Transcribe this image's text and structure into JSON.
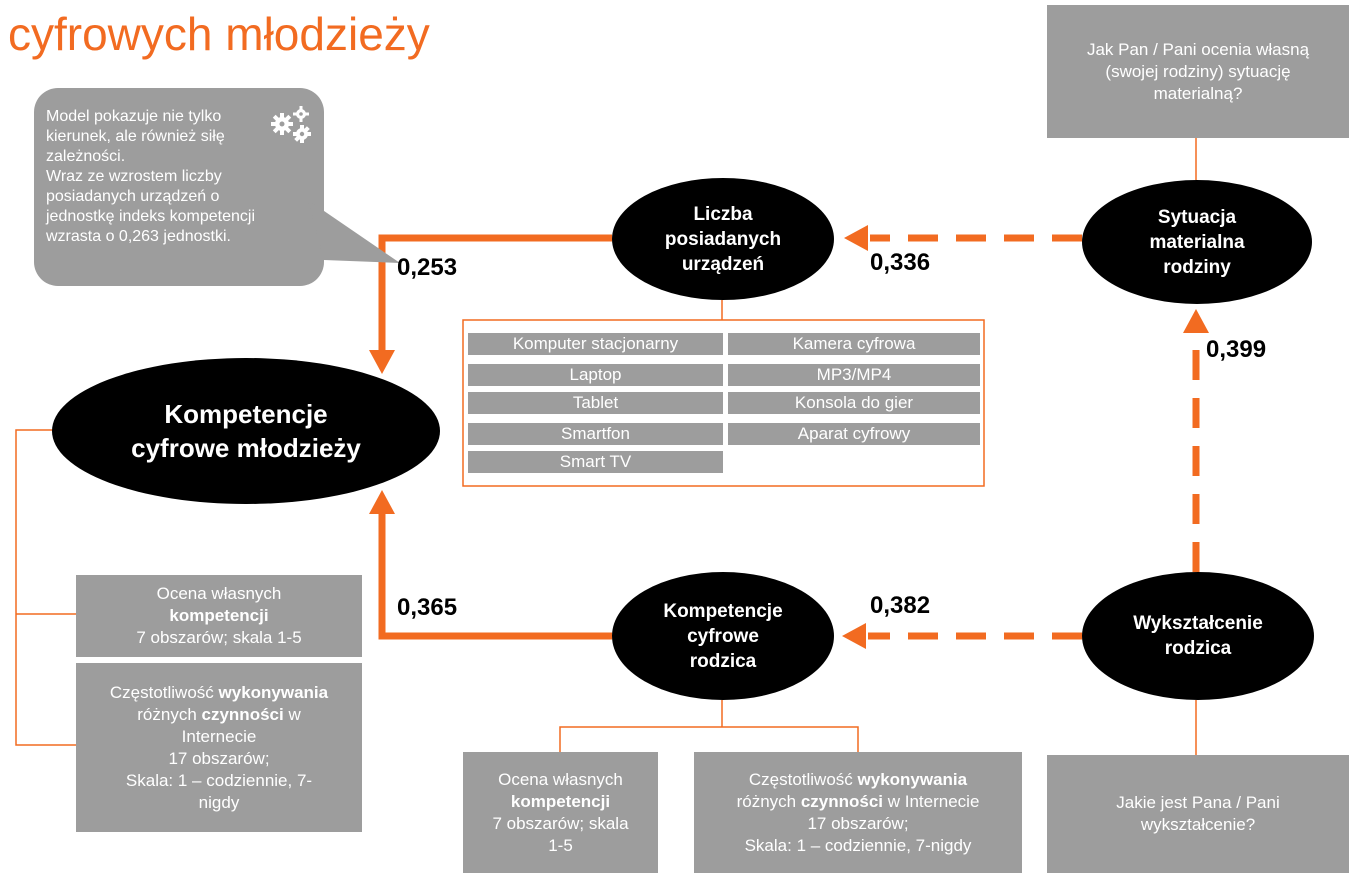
{
  "title": "cyfrowych młodzieży",
  "bubble": {
    "lines": [
      "Model pokazuje nie tylko",
      "kierunek, ale również siłę",
      "zależności.",
      "Wraz ze wzrostem liczby",
      "posiadanych urządzeń o",
      "jednostkę indeks kompetencji",
      "wzrasta o 0,263 jednostki."
    ],
    "icon": "gears-icon"
  },
  "nodes": {
    "main": [
      "Kompetencje",
      "cyfrowe młodzieży"
    ],
    "devices": [
      "Liczba",
      "posiadanych",
      "urządzeń"
    ],
    "material": [
      "Sytuacja",
      "materialna",
      "rodziny"
    ],
    "parent_comp": [
      "Kompetencje",
      "cyfrowe",
      "rodzica"
    ],
    "education": [
      "Wykształcenie",
      "rodzica"
    ]
  },
  "coefficients": {
    "devices_to_main": "0,253",
    "material_to_devices": "0,336",
    "education_to_material": "0,399",
    "parent_to_main": "0,365",
    "education_to_parent": "0,382"
  },
  "devices_list": {
    "left": [
      "Komputer stacjonarny",
      "Laptop",
      "Tablet",
      "Smartfon",
      "Smart TV"
    ],
    "right": [
      "Kamera cyfrowa",
      "MP3/MP4",
      "Konsola do gier",
      "Aparat cyfrowy"
    ]
  },
  "boxes": {
    "material_question": [
      "Jak Pan / Pani ocenia własną",
      "(swojej rodziny) sytuację",
      "materialną?"
    ],
    "education_question": [
      "Jakie jest Pana / Pani",
      "wykształcenie?"
    ],
    "youth_self": {
      "l1": "Ocena własnych",
      "l2": "kompetencji",
      "l3": "7 obszarów; skala 1-5"
    },
    "youth_freq": {
      "a1": "Częstotliwość ",
      "a2": "wykonywania",
      "b1": "różnych ",
      "b2": "czynności",
      "b3": " w",
      "l3": "Internecie",
      "l4": "17 obszarów;",
      "l5": "Skala: 1 – codziennie, 7-",
      "l6": "nigdy"
    },
    "parent_self": {
      "l1": "Ocena własnych",
      "l2": "kompetencji",
      "l3": "7 obszarów; skala",
      "l4": "1-5"
    },
    "parent_freq": {
      "a1": "Częstotliwość ",
      "a2": "wykonywania",
      "b1": "różnych ",
      "b2": "czynności",
      "b3": " w Internecie",
      "l3": "17 obszarów;",
      "l4": "Skala: 1 – codziennie, 7-nigdy"
    }
  },
  "colors": {
    "accent": "#f26b21",
    "box": "#9d9d9d",
    "node": "#000000"
  }
}
